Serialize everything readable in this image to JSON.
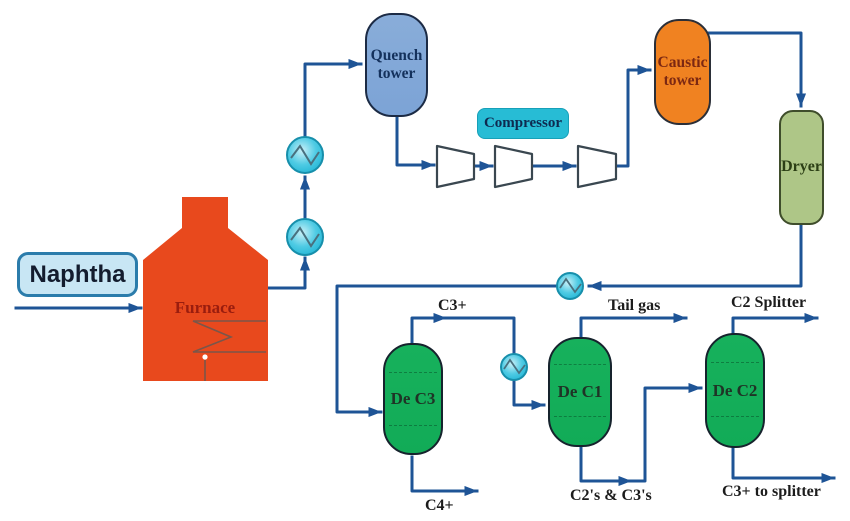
{
  "diagram": {
    "equipment": {
      "naphtha": {
        "label": "Naphtha"
      },
      "furnace": {
        "label": "Furnace"
      },
      "quench_tower": {
        "label": "Quench tower"
      },
      "compressor": {
        "label": "Compressor"
      },
      "caustic_tower": {
        "label": "Caustic tower"
      },
      "dryer": {
        "label": "Dryer"
      },
      "de_c3": {
        "label": "De C3"
      },
      "de_c1": {
        "label": "De C1"
      },
      "de_c2": {
        "label": "De C2"
      }
    },
    "streams": {
      "c3_plus": {
        "label": "C3+"
      },
      "tail_gas": {
        "label": "Tail gas"
      },
      "c2_splitter": {
        "label": "C2 Splitter"
      },
      "c4_plus": {
        "label": "C4+"
      },
      "c2s_and_c3s": {
        "label": "C2's & C3's"
      },
      "c3_plus_to_splitter": {
        "label": "C3+ to splitter"
      }
    },
    "colors": {
      "flow_line": "#1e5496",
      "furnace_fill": "#e8491d",
      "quench_fill": "#7ca3d6",
      "caustic_fill": "#f08221",
      "dryer_fill": "#aec687",
      "column_fill": "#12ab57",
      "exchanger_fill": "#35c3de",
      "compressor_label_bg": "#27bcd5",
      "naphtha_bg": "#c8e6f4"
    }
  }
}
